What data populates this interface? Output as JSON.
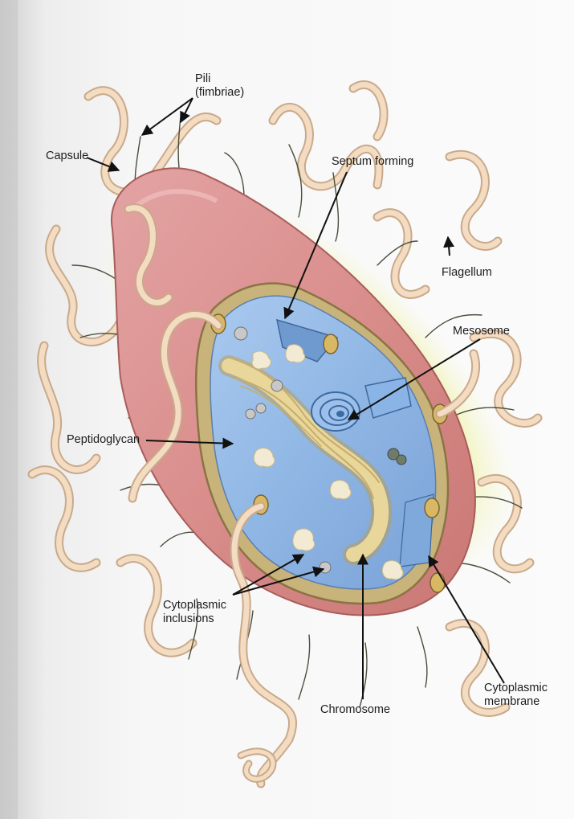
{
  "labels": {
    "pili": {
      "line1": "Pili",
      "line2": "(fimbriae)"
    },
    "capsule": "Capsule",
    "septum": "Septum forming",
    "flagellum": "Flagellum",
    "mesosome": "Mesosome",
    "peptidoglycan": "Peptidoglycan",
    "cytoplasmic_inclusions": {
      "line1": "Cytoplasmic",
      "line2": "inclusions"
    },
    "cytoplasmic_membrane": {
      "line1": "Cytoplasmic",
      "line2": "membrane"
    },
    "chromosome": "Chromosome"
  },
  "colors": {
    "capsule_glow": "#e9ee6a",
    "cell_wall": "#d98e8c",
    "cytoplasm": "#8fb6e4",
    "flagellum": "#f2d6b6",
    "chromosome": "#e2cf8e",
    "arrow": "#111111"
  }
}
